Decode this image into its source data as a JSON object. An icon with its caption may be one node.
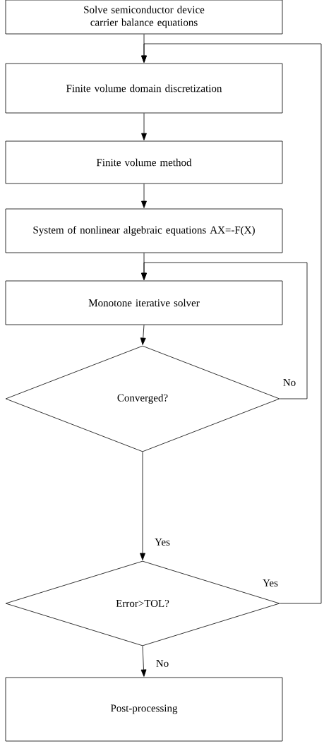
{
  "diagram": {
    "nodes": [
      {
        "text": [
          "Solve semiconductor device carrier balance equations"
        ]
      },
      {
        "text": [
          "Finite volume domain discretization"
        ]
      },
      {
        "text": [
          "Finite volume method"
        ]
      },
      {
        "text": [
          "System of nonlinear algebraic equations AX=-F(X)"
        ]
      },
      {
        "text": [
          "Monotone iterative solver"
        ]
      },
      {
        "text": [
          "Converged?"
        ]
      },
      {
        "text": [
          "Error>TOL?"
        ]
      },
      {
        "text": [
          "Post-processing"
        ]
      }
    ],
    "edges": [
      {
        "from": 0,
        "to": 1,
        "arrow": "to"
      },
      {
        "from": 1,
        "to": 2,
        "arrow": "to"
      },
      {
        "from": 2,
        "to": 3,
        "arrow": "to"
      },
      {
        "from": 3,
        "to": 4,
        "arrow": "to"
      },
      {
        "from": 4,
        "to": 5,
        "arrow": "to"
      },
      {
        "from": 5,
        "to": 4,
        "arrow": "to",
        "label": "No"
      },
      {
        "from": 5,
        "to": 6,
        "arrow": "to",
        "label": "Yes"
      },
      {
        "from": 6,
        "to": 1,
        "arrow": "to",
        "label": "Yes"
      },
      {
        "from": 6,
        "to": 7,
        "arrow": "to",
        "label": "No"
      }
    ]
  }
}
